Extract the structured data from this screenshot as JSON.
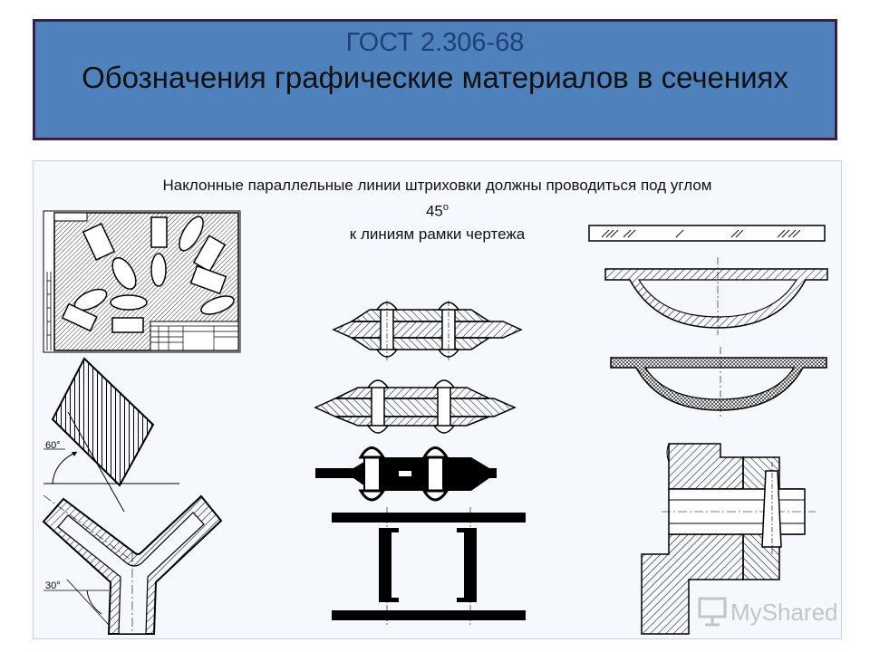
{
  "title": {
    "standard": "ГОСТ 2.306-68",
    "heading": "Обозначения графические материалов в сечениях"
  },
  "caption": {
    "line1": "Наклонные параллельные линии штриховки должны проводиться под углом",
    "angle_value": "45",
    "angle_unit": "о",
    "line3": "к линиям рамки чертежа"
  },
  "annotations": {
    "angle_60": "60°",
    "angle_30": "30°"
  },
  "watermark": {
    "text": "MyShared"
  },
  "colors": {
    "title_bg": "#4f81bd",
    "title_border": "#3b1f43",
    "title_standard_text": "#1f3f78",
    "ink": "#000000"
  }
}
